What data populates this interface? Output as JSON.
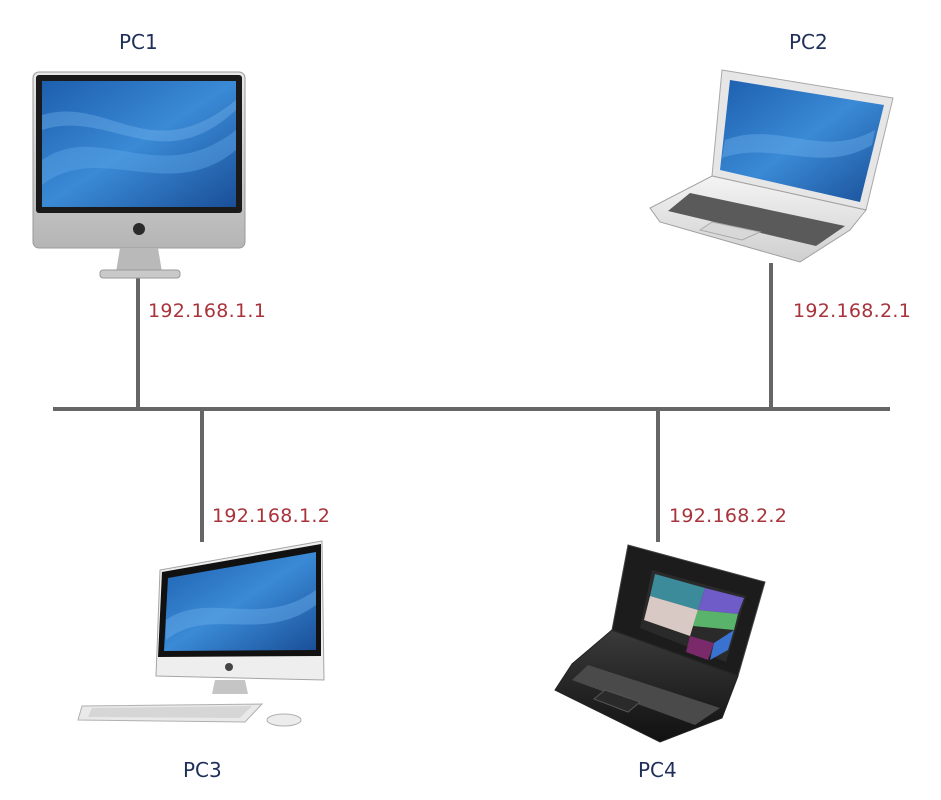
{
  "diagram": {
    "nodes": [
      {
        "id": "pc1",
        "label": "PC1",
        "ip": "192.168.1.1",
        "device": "desktop-imac-classic"
      },
      {
        "id": "pc2",
        "label": "PC2",
        "ip": "192.168.2.1",
        "device": "laptop-silver"
      },
      {
        "id": "pc3",
        "label": "PC3",
        "ip": "192.168.1.2",
        "device": "desktop-imac-with-keyboard"
      },
      {
        "id": "pc4",
        "label": "PC4",
        "ip": "192.168.2.2",
        "device": "laptop-black-tiles"
      }
    ],
    "bus": {
      "type": "shared-ethernet-segment"
    },
    "colors": {
      "line": "#666666",
      "pc_label": "#1f2f5a",
      "ip_label": "#a8333b",
      "screen_blue": "#2f78c4"
    }
  }
}
